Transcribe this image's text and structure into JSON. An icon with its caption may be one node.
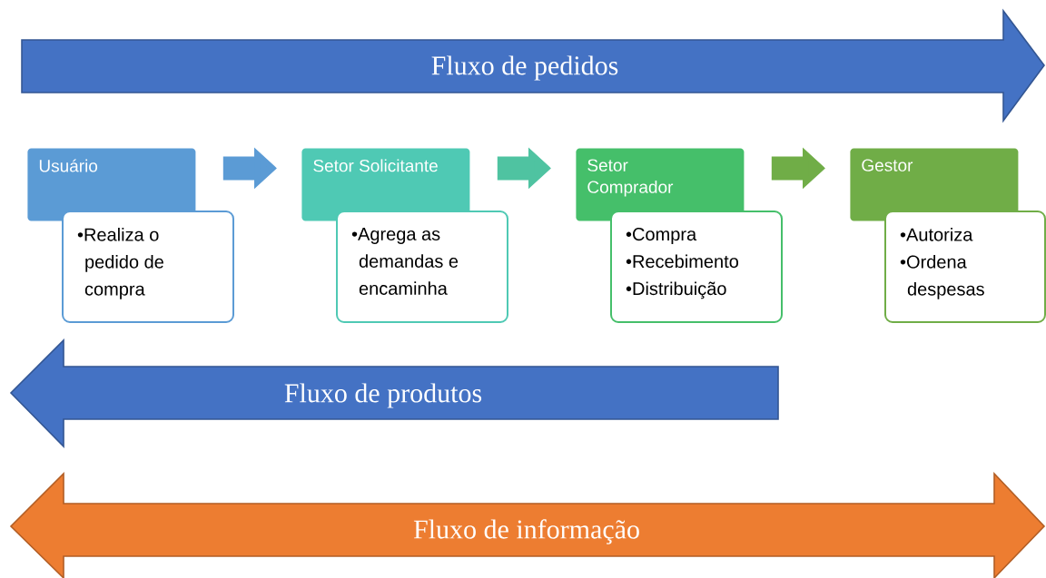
{
  "diagram": {
    "nodes": [
      {
        "text": [
          "Fluxo de pedidos"
        ]
      },
      {
        "text": [
          "Usuário"
        ]
      },
      {
        "text": [
          "•Realiza o pedido de compra"
        ]
      },
      {
        "text": [
          "Setor Solicitante"
        ]
      },
      {
        "text": [
          "•Agrega as demandas e encaminha"
        ]
      },
      {
        "text": [
          "Setor Comprador"
        ]
      },
      {
        "text": [
          "•Compra",
          "•Recebimento",
          "•Distribuição"
        ]
      },
      {
        "text": [
          "Gestor"
        ]
      },
      {
        "text": [
          "•Autoriza",
          "•Ordena despesas"
        ]
      },
      {
        "text": [
          "Fluxo de produtos"
        ]
      },
      {
        "text": [
          "Fluxo de informação"
        ]
      }
    ],
    "edges": [
      {
        "from": 1,
        "to": 3,
        "arrow": "to",
        "color": "#5b9bd5"
      },
      {
        "from": 3,
        "to": 5,
        "arrow": "to",
        "color": "#4fc3a1"
      },
      {
        "from": 5,
        "to": 7,
        "arrow": "to",
        "color": "#70ad47"
      }
    ]
  }
}
